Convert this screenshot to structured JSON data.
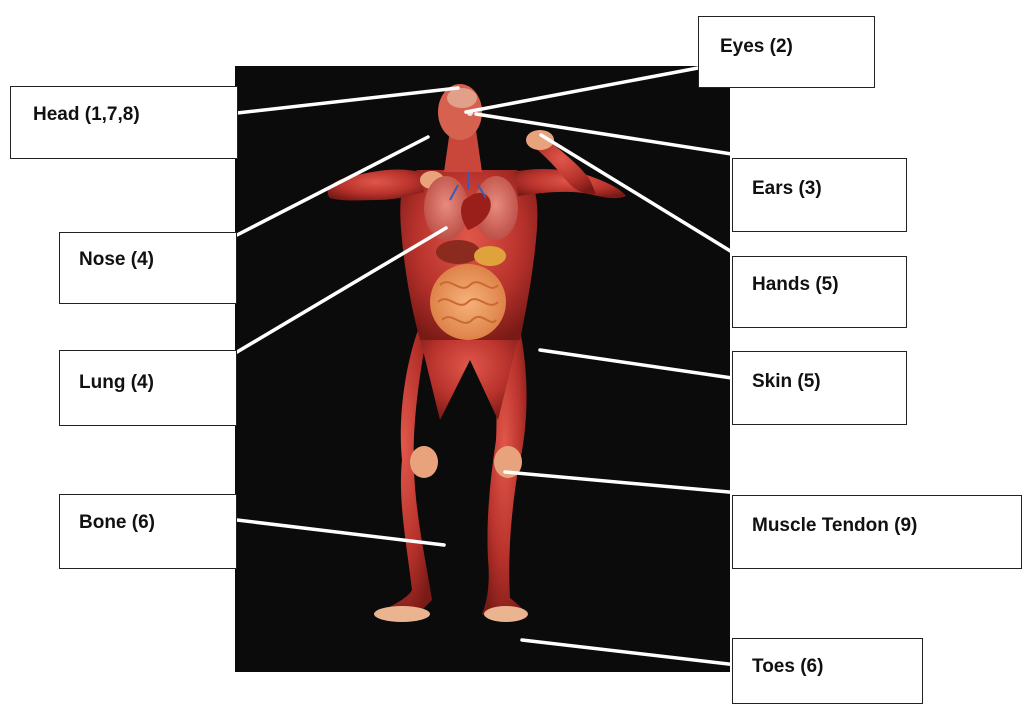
{
  "labels": {
    "head": "Head (1,7,8)",
    "eyes": "Eyes (2)",
    "ears": "Ears (3)",
    "nose": "Nose (4)",
    "hands": "Hands (5)",
    "lung": "Lung (4)",
    "skin": "Skin (5)",
    "bone": "Bone (6)",
    "muscle_tendon": "Muscle Tendon (9)",
    "toes": "Toes (6)"
  },
  "colors": {
    "background": "#0b0b0b",
    "muscle": "#b8322c",
    "leader_line": "#ffffff"
  }
}
